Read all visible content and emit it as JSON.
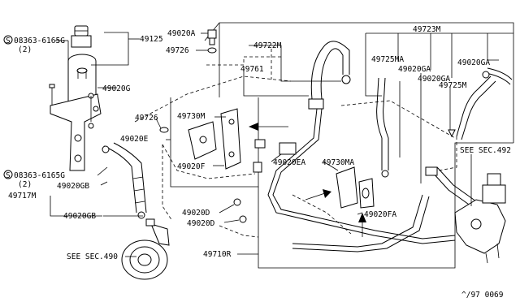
{
  "labels": {
    "l_49020A": "49020A",
    "l_49726_top": "49726",
    "l_49125": "49125",
    "l_08363_top": "08363-6165G",
    "l_08363_top_qty": "(2)",
    "l_49020G": "49020G",
    "l_49722M": "49722M",
    "l_49761": "49761",
    "l_49723M": "49723M",
    "l_49725MA": "49725MA",
    "l_49020GA_1": "49020GA",
    "l_49020GA_2": "49020GA",
    "l_49020GA_3": "49020GA",
    "l_49725M": "49725M",
    "l_49726_mid": "49726",
    "l_49730M": "49730M",
    "l_49020E": "49020E",
    "l_49020F": "49020F",
    "l_49020EA": "49020EA",
    "l_49730MA": "49730MA",
    "l_see_sec_492": "SEE SEC.492",
    "l_08363_bot": "08363-6165G",
    "l_08363_bot_qty": "(2)",
    "l_49020GB_1": "49020GB",
    "l_49717M": "49717M",
    "l_49020GB_2": "49020GB",
    "l_49020D_1": "49020D",
    "l_49020D_2": "49020D",
    "l_49020FA": "49020FA",
    "l_see_sec_490": "SEE SEC.490",
    "l_49710R": "49710R",
    "l_footer": "^/97  0069"
  },
  "symbols": {
    "screw_circle": "S"
  }
}
